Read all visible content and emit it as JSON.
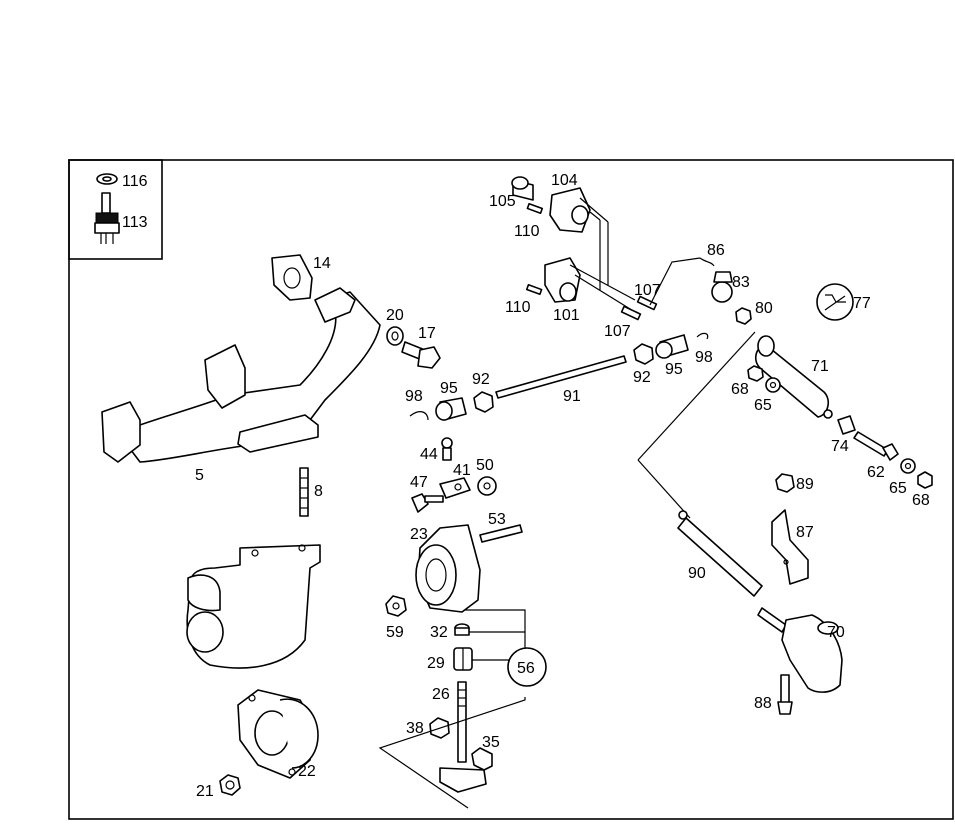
{
  "diagram": {
    "labels": {
      "l116": "116",
      "l113": "113",
      "l14": "14",
      "l5": "5",
      "l20": "20",
      "l17": "17",
      "l8": "8",
      "l21": "21",
      "l22": "22",
      "l105": "105",
      "l104": "104",
      "l110a": "110",
      "l110b": "110",
      "l101": "101",
      "l107a": "107",
      "l107b": "107",
      "l86": "86",
      "l83": "83",
      "l80": "80",
      "l77": "77",
      "l98a": "98",
      "l95a": "95",
      "l92a": "92",
      "l91": "91",
      "l92b": "92",
      "l95b": "95",
      "l98b": "98",
      "l71": "71",
      "l68a": "68",
      "l65a": "65",
      "l74": "74",
      "l62": "62",
      "l65b": "65",
      "l68b": "68",
      "l44": "44",
      "l47": "47",
      "l41": "41",
      "l50": "50",
      "l23": "23",
      "l53": "53",
      "l59": "59",
      "l32": "32",
      "l29": "29",
      "l56": "56",
      "l26": "26",
      "l38": "38",
      "l35": "35",
      "l90": "90",
      "l89": "89",
      "l87": "87",
      "l70": "70",
      "l88": "88"
    }
  }
}
